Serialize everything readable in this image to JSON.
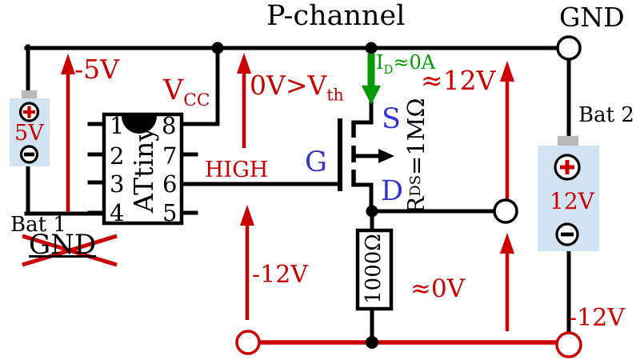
{
  "colors": {
    "red": "#cc0000",
    "green": "#009b00",
    "blue": "#3434cf",
    "battfill": "#d2e4f1"
  },
  "header": {
    "title": "P-channel",
    "gnd": "GND"
  },
  "battery1": {
    "label": "Bat 1",
    "voltage": "5V",
    "crossed_gnd": "GND"
  },
  "battery2": {
    "label": "Bat 2",
    "voltage": "12V"
  },
  "chip": {
    "name": "ATtiny",
    "pins_left": [
      "1",
      "2",
      "3",
      "4"
    ],
    "pins_right": [
      "8",
      "7",
      "6",
      "5"
    ]
  },
  "mosfet": {
    "source": "S",
    "gate": "G",
    "drain": "D",
    "rds": {
      "base": "R",
      "sub": "DS",
      "rest": "=1MΩ"
    }
  },
  "resistor": {
    "value": "1000Ω"
  },
  "annotations": {
    "vcc": {
      "base": "V",
      "sub": "CC"
    },
    "minus5v": "-5V",
    "gate_drive": {
      "base": "0V>V",
      "sub": "th"
    },
    "high": "HIGH",
    "id_current": {
      "base": "I",
      "sub": "D",
      "rest": "≈0A"
    },
    "approx_12v": "≈12V",
    "minus12v_gate": "-12V",
    "approx_0v": "≈0V",
    "minus12v_rail": "-12V"
  }
}
